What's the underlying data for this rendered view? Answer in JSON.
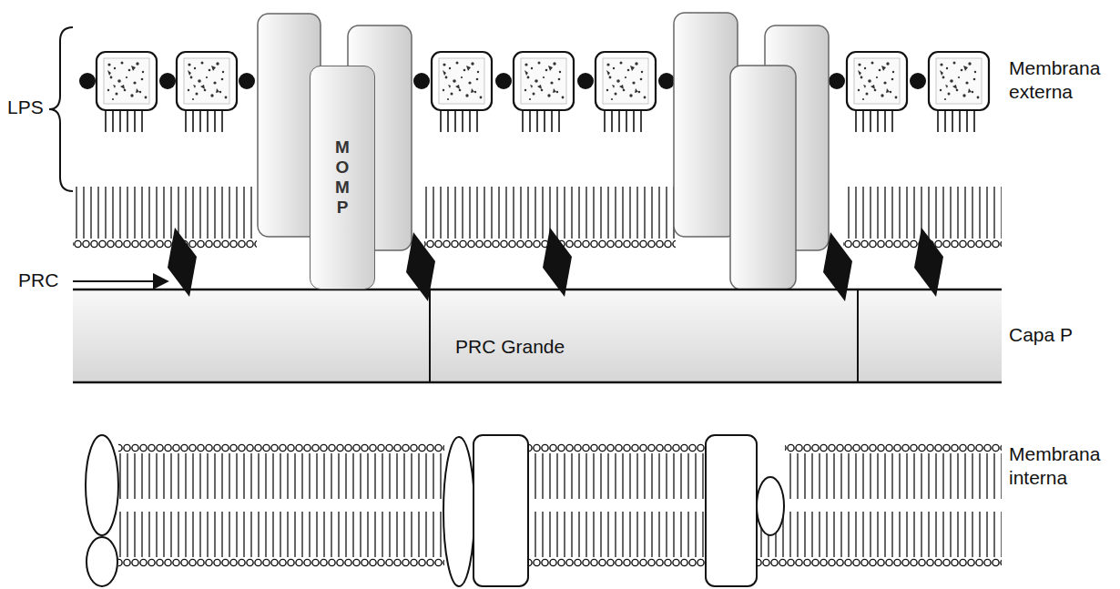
{
  "diagram": {
    "nodes": [
      {
        "text": [
          "MOMP"
        ]
      },
      {
        "text": [
          "PRC Grande"
        ]
      }
    ],
    "labels": [
      "LPS",
      "Membrana externa",
      "PRC",
      "Capa P",
      "Membrana interna"
    ]
  }
}
